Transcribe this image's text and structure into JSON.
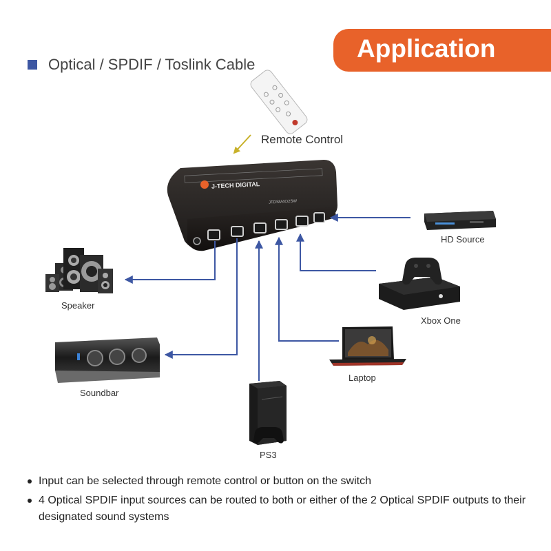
{
  "banner": {
    "title": "Application"
  },
  "legend": {
    "label": "Optical / SPDIF / Toslink Cable",
    "color": "#3d57a3"
  },
  "colors": {
    "accent": "#e8622a",
    "cable": "#3d57a3",
    "remote_arrow": "#c8b12a"
  },
  "device": {
    "brand": "J-TECH DIGITAL",
    "model": "JTDSM4O2SW",
    "icon": "audio-switch-icon"
  },
  "nodes": {
    "remote": {
      "label": "Remote Control",
      "icon": "remote-control-icon"
    },
    "hd_source": {
      "label": "HD Source",
      "icon": "bluray-player-icon"
    },
    "xbox": {
      "label": "Xbox One",
      "icon": "game-console-icon"
    },
    "laptop": {
      "label": "Laptop",
      "icon": "laptop-icon"
    },
    "ps3": {
      "label": "PS3",
      "icon": "ps3-console-icon"
    },
    "speaker": {
      "label": "Speaker",
      "icon": "speaker-system-icon"
    },
    "soundbar": {
      "label": "Soundbar",
      "icon": "soundbar-icon"
    }
  },
  "notes": [
    "Input can be selected through remote control or button on the switch",
    "4 Optical SPDIF input sources can be routed to both or either of the 2 Optical SPDIF outputs to their designated sound systems"
  ]
}
